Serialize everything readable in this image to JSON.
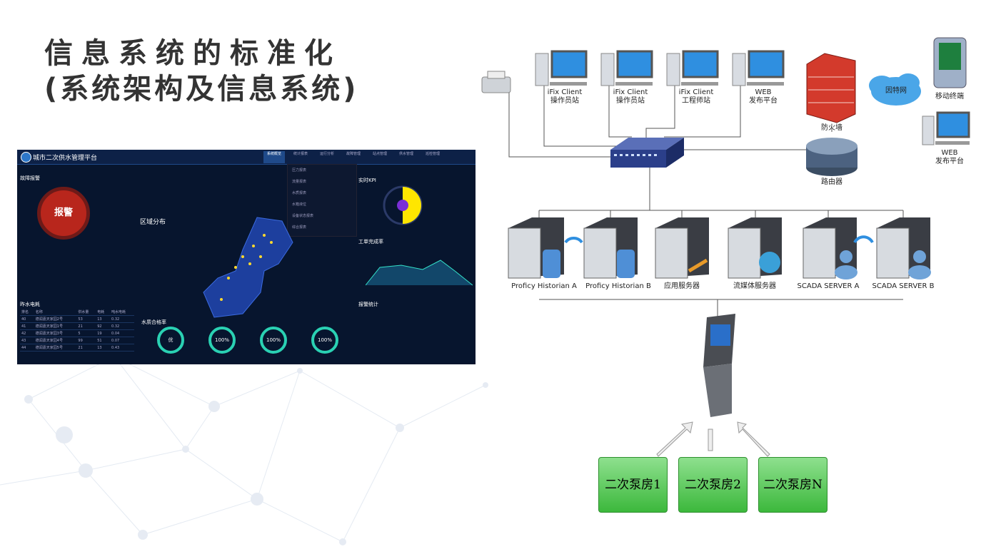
{
  "title": {
    "line1": "信息系统的标准化",
    "line2": "(系统架构及信息系统)"
  },
  "dashboard": {
    "app_title": "城市二次供水管理平台",
    "nav": [
      "系统概览",
      "统计报表",
      "运行分析",
      "故障管理",
      "站点管理",
      "供水管理",
      "巡检管理"
    ],
    "dropdown": [
      "压力报表",
      "流量报表",
      "水质报表",
      "水箱液位",
      "设备状态报表",
      "综合报表"
    ],
    "alarm_label": "报警",
    "alarm_section": "故障报警",
    "region_title": "区域分布",
    "kpi_title": "实时KPI",
    "work_title": "工单完成率",
    "stats_title": "报警统计",
    "water_title": "水质合格率",
    "rings": [
      "优",
      "100%",
      "100%",
      "100%"
    ],
    "table_title": "昨水电耗",
    "table_head": [
      "排名",
      "名称",
      "供水量",
      "电耗",
      "吨水电耗"
    ],
    "table_rows": [
      [
        "40",
        "德润嘉天家园2号",
        "53",
        "13",
        "0.32"
      ],
      [
        "41",
        "德润嘉天家园1号",
        "21",
        "92",
        "0.32"
      ],
      [
        "42",
        "德润嘉天家园3号",
        "5",
        "19",
        "0.04"
      ],
      [
        "43",
        "德润嘉天家园4号",
        "99",
        "51",
        "0.07"
      ],
      [
        "44",
        "德润嘉天家园5号",
        "21",
        "13",
        "0.43"
      ]
    ]
  },
  "diagram": {
    "clients": [
      {
        "line1": "iFix Client",
        "line2": "操作员站"
      },
      {
        "line1": "iFix Client",
        "line2": "操作员站"
      },
      {
        "line1": "iFix Client",
        "line2": "工程师站"
      },
      {
        "line1": "WEB",
        "line2": "发布平台"
      }
    ],
    "firewall": "防火墙",
    "router": "路由器",
    "internet": "因特网",
    "mobile": "移动终端",
    "web2": {
      "line1": "WEB",
      "line2": "发布平台"
    },
    "servers": [
      "Proficy Historian A",
      "Proficy Historian B",
      "应用服务器",
      "流媒体服务器",
      "SCADA SERVER A",
      "SCADA SERVER B"
    ],
    "pump_rooms": [
      "二次泵房1",
      "二次泵房2",
      "二次泵房N"
    ]
  }
}
